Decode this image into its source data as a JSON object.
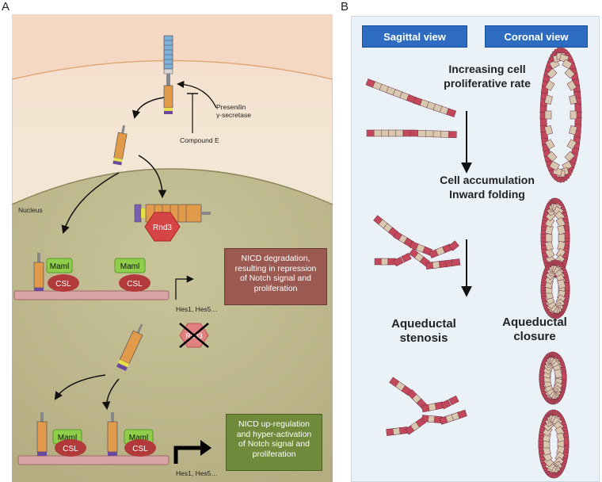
{
  "panel_a": {
    "letter": "A",
    "presenilin_line1": "Presenilin",
    "presenilin_line2": "γ-secretase",
    "compound_e": "Compound E",
    "nucleus": "Nucleus",
    "rnd3": "Rnd3",
    "maml": "Maml",
    "csl": "CSL",
    "hes_top": "Hes1, Hes5…",
    "hes_bottom": "Hes1, Hes5…",
    "box_top": "NICD degradation, resulting in repression of Notch signal and proliferation",
    "box_bottom": "NICD up-regulation and hyper-activation of Notch signal and proliferation",
    "colors": {
      "box_top": "#9a5a52",
      "box_bottom": "#6f8a3a",
      "maml": "#8fce4a",
      "csl": "#b23a3a",
      "rnd3": "#d64545"
    }
  },
  "panel_b": {
    "letter": "B",
    "sagittal": "Sagittal view",
    "coronal": "Coronal view",
    "step1_line1": "Increasing cell",
    "step1_line2": "proliferative rate",
    "step2_line1": "Cell accumulation",
    "step2_line2": "Inward folding",
    "stenosis_line1": "Aqueductal",
    "stenosis_line2": "stenosis",
    "closure_line1": "Aqueductal",
    "closure_line2": "closure",
    "colors": {
      "button": "#2e6cc2",
      "cell_red": "#c4485c",
      "cell_tan": "#d8c8b0"
    }
  }
}
